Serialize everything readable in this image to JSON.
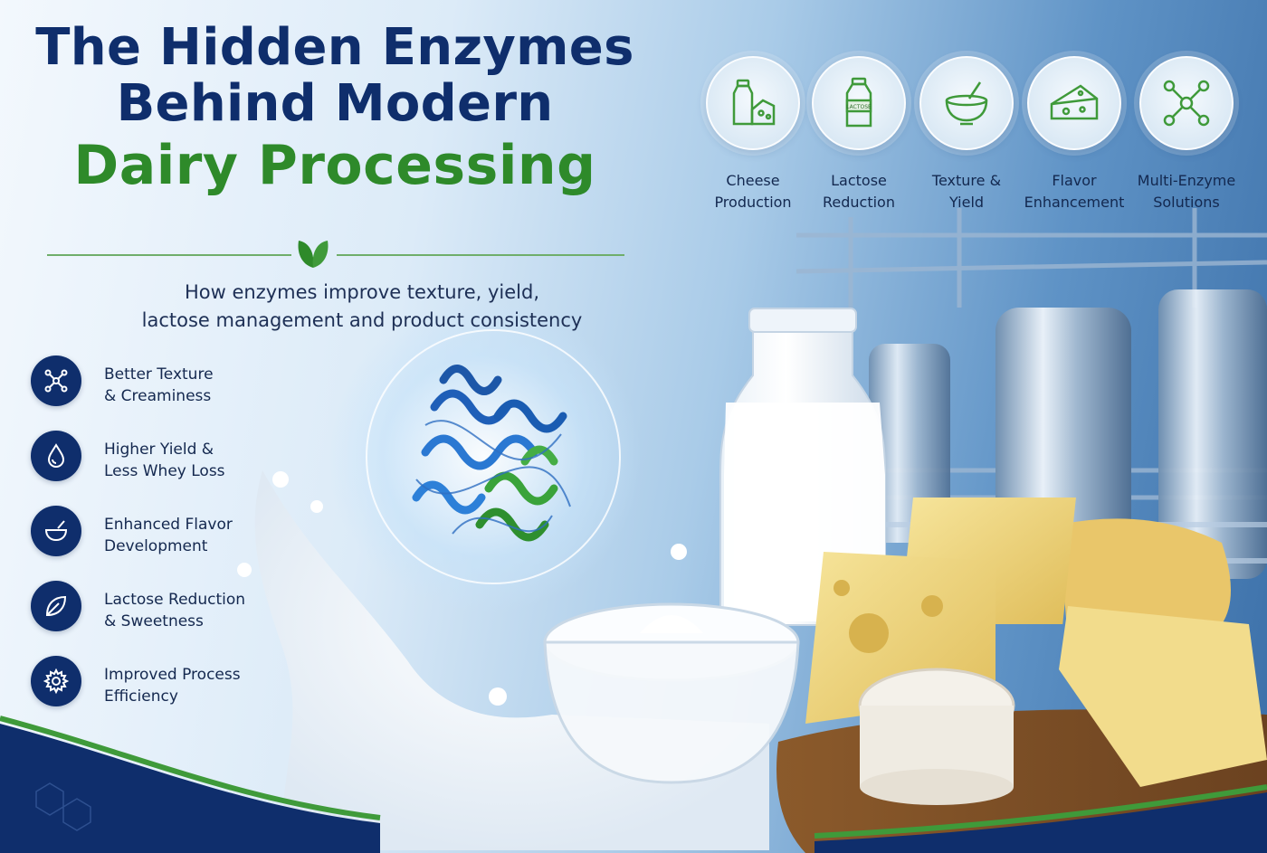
{
  "title": {
    "line1": "The Hidden Enzymes",
    "line2": "Behind Modern",
    "line3": "Dairy Processing"
  },
  "subtitle": "How enzymes improve texture, yield,\nlactose management and product consistency",
  "benefits": [
    {
      "icon": "molecule-network-icon",
      "text": "Better Texture\n& Creaminess"
    },
    {
      "icon": "water-drop-icon",
      "text": "Higher Yield &\nLess Whey Loss"
    },
    {
      "icon": "bowl-spoon-icon",
      "text": "Enhanced Flavor\nDevelopment"
    },
    {
      "icon": "leaf-icon",
      "text": "Lactose Reduction\n& Sweetness"
    },
    {
      "icon": "gear-icon",
      "text": "Improved Process\nEfficiency"
    }
  ],
  "categories": [
    {
      "icon": "milk-bottle-cheese-icon",
      "label": "Cheese\nProduction"
    },
    {
      "icon": "lactose-bottle-icon",
      "label": "Lactose\nReduction",
      "icon_text": "LACTOSE"
    },
    {
      "icon": "bowl-spoon-icon",
      "label": "Texture &\nYield"
    },
    {
      "icon": "cheese-wedge-icon",
      "label": "Flavor\nEnhancement"
    },
    {
      "icon": "enzyme-network-icon",
      "label": "Multi-Enzyme\nSolutions"
    }
  ],
  "colors": {
    "navy": "#0f2e6c",
    "green": "#2e8a2a",
    "icon_green": "#3f9a3a",
    "sky": "#dcebf8"
  }
}
